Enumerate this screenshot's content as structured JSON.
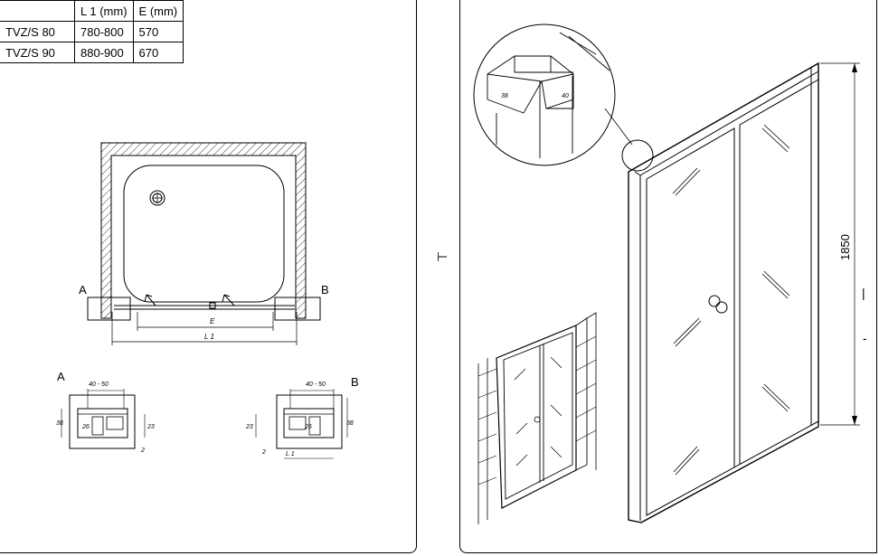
{
  "table": {
    "header": [
      "",
      "L 1  (mm)",
      "E (mm)"
    ],
    "rows": [
      [
        "TVZ/S 80",
        "780-800",
        "570"
      ],
      [
        "TVZ/S 90",
        "880-900",
        "670"
      ]
    ]
  },
  "plan": {
    "label_a": "A",
    "label_b": "B",
    "dim_e": "E",
    "dim_l1": "L 1"
  },
  "detail_a": {
    "label": "A",
    "dim_width": "40 - 50",
    "dim_height": "38",
    "dim_inner": "26",
    "dim_side": "23",
    "dim_bottom": "2"
  },
  "detail_b": {
    "label": "B",
    "dim_width": "40 - 50",
    "dim_height": "38",
    "dim_inner": "26",
    "dim_side": "23",
    "dim_bottom": "2",
    "dim_l1": "L 1"
  },
  "perspective": {
    "height_dim": "1850",
    "profile_dim_1": "38",
    "profile_dim_2": "40"
  }
}
